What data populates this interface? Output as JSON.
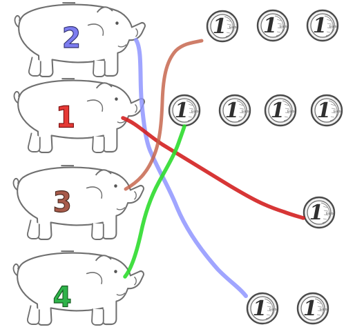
{
  "colors": {
    "background": "#ffffff",
    "pig_outline": "#6f6f6f",
    "coin_outline": "#4a4a4a",
    "coin_fill": "#f1f1f1",
    "number_2": "#7d7df0",
    "number_1": "#e53935",
    "number_3": "#a75a4a",
    "number_4": "#2fb34a",
    "line_blue": "#8f95ff",
    "line_red": "#d32020",
    "line_brown": "#c46248",
    "line_green": "#2edc2e"
  },
  "pigs": [
    {
      "id": "pig-2",
      "number": "2",
      "number_color": "#7d7df0"
    },
    {
      "id": "pig-1",
      "number": "1",
      "number_color": "#e53935"
    },
    {
      "id": "pig-3",
      "number": "3",
      "number_color": "#a75a4a"
    },
    {
      "id": "pig-4",
      "number": "4",
      "number_color": "#2fb34a"
    }
  ],
  "coins": {
    "value_label": "1",
    "currency_label": "Euro",
    "groups": [
      {
        "id": "group-top-3",
        "count": 3
      },
      {
        "id": "group-row-4",
        "count": 4
      },
      {
        "id": "group-single",
        "count": 1
      },
      {
        "id": "group-bottom-2",
        "count": 2
      }
    ]
  },
  "connections": [
    {
      "from_pig": "2",
      "to_coin_group": "group-bottom-2",
      "color": "#8f95ff"
    },
    {
      "from_pig": "1",
      "to_coin_group": "group-single",
      "color": "#d32020"
    },
    {
      "from_pig": "3",
      "to_coin_group": "group-top-3",
      "color": "#c46248"
    },
    {
      "from_pig": "4",
      "to_coin_group": "group-row-4",
      "color": "#2edc2e"
    }
  ]
}
